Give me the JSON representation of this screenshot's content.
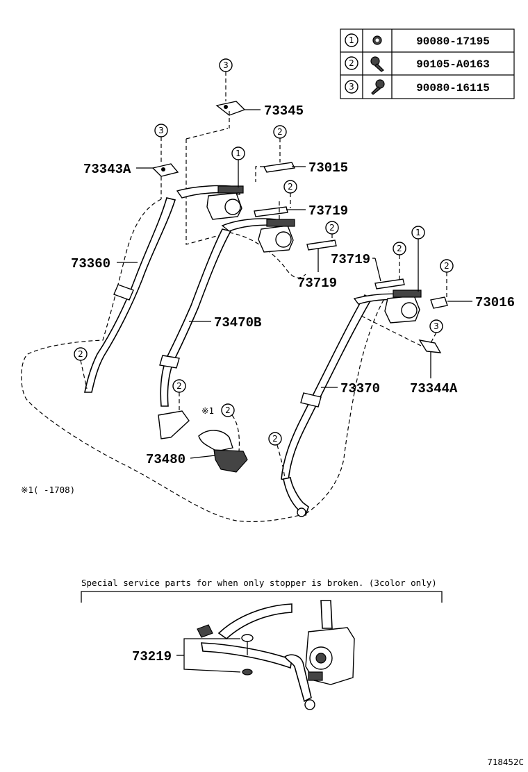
{
  "fastener_table": {
    "rows": [
      {
        "callout": "1",
        "icon": "nut-icon",
        "part_number": "90080-17195"
      },
      {
        "callout": "2",
        "icon": "bolt-icon",
        "part_number": "90105-A0163"
      },
      {
        "callout": "3",
        "icon": "bolt-icon",
        "part_number": "90080-16115"
      }
    ]
  },
  "callouts": {
    "c1": "1",
    "c2": "2",
    "c3": "3",
    "note_mark": "※1"
  },
  "parts": {
    "p73345": "73345",
    "p73343A": "73343A",
    "p73015": "73015",
    "p73719a": "73719",
    "p73719b": "73719",
    "p73719c": "73719",
    "p73360": "73360",
    "p73470B": "73470B",
    "p73016": "73016",
    "p73370": "73370",
    "p73344A": "73344A",
    "p73480": "73480",
    "p73219": "73219"
  },
  "footnote": "※1(     -1708)",
  "special_note": "Special service parts for when only stopper is broken. (3color only)",
  "diagram_id": "718452C"
}
